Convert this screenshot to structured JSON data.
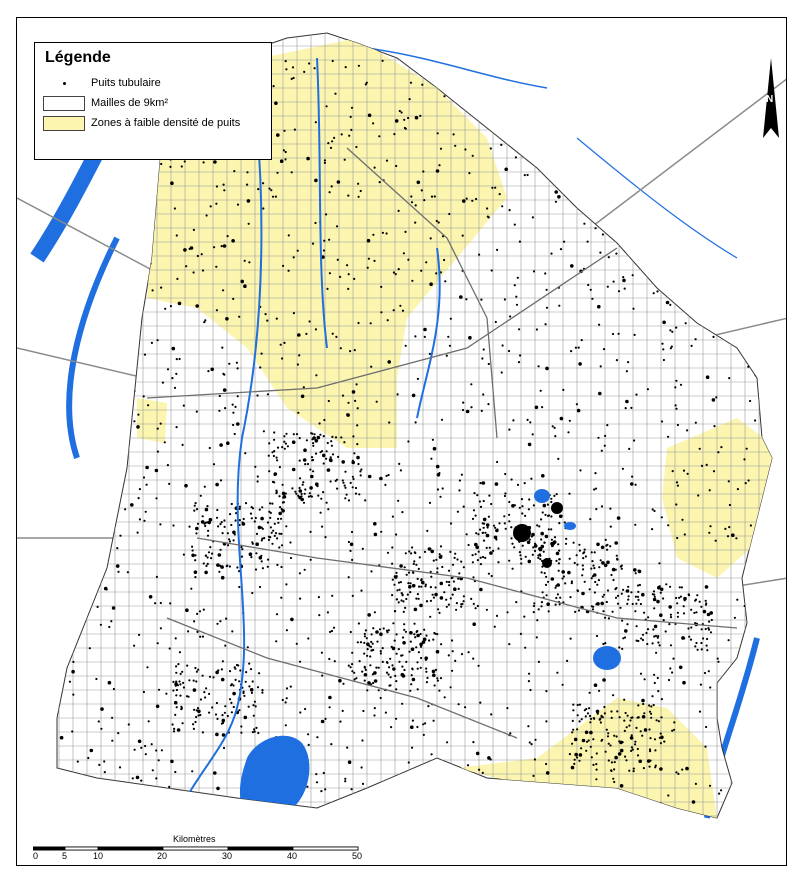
{
  "legend": {
    "title": "Légende",
    "items": [
      {
        "label": "Puits tubulaire",
        "symbol": "black-dot"
      },
      {
        "label": "Mailles de 9km²",
        "symbol": "white-square"
      },
      {
        "label": "Zones à faible densité de puits",
        "symbol": "yellow-square"
      }
    ]
  },
  "scale": {
    "unit_label": "Kilomètres",
    "ticks": [
      "0",
      "5",
      "10",
      "20",
      "30",
      "40",
      "50"
    ]
  },
  "north_arrow": {
    "label": "N"
  },
  "colors": {
    "water": "#1f6fe0",
    "low_density_zone": "#fbf5b0",
    "study_area": "#ffffff",
    "roads": "#7d7d7d",
    "wells": "#000000",
    "grid": "#9a9a9a"
  }
}
